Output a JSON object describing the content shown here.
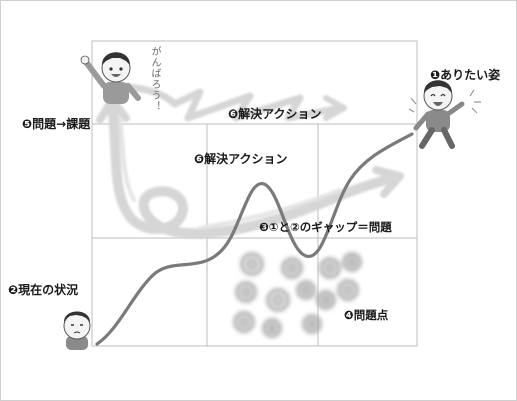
{
  "labels": {
    "ideal": "❶ありたい姿",
    "current": "❷現在の状況",
    "gap": "❸①と②のギャップ＝問題",
    "problem_points": "❹問題点",
    "issue": "❺問題→課題",
    "action_upper": "❻解決アクション",
    "action_lower": "❻解決アクション"
  },
  "speech": "がんばろう！",
  "colors": {
    "grid": "#bdbdbd",
    "curve": "#7a7a7a",
    "brush": "#d6d6d6",
    "swirl": "#a9a9a9",
    "text": "#1a1a1a"
  }
}
